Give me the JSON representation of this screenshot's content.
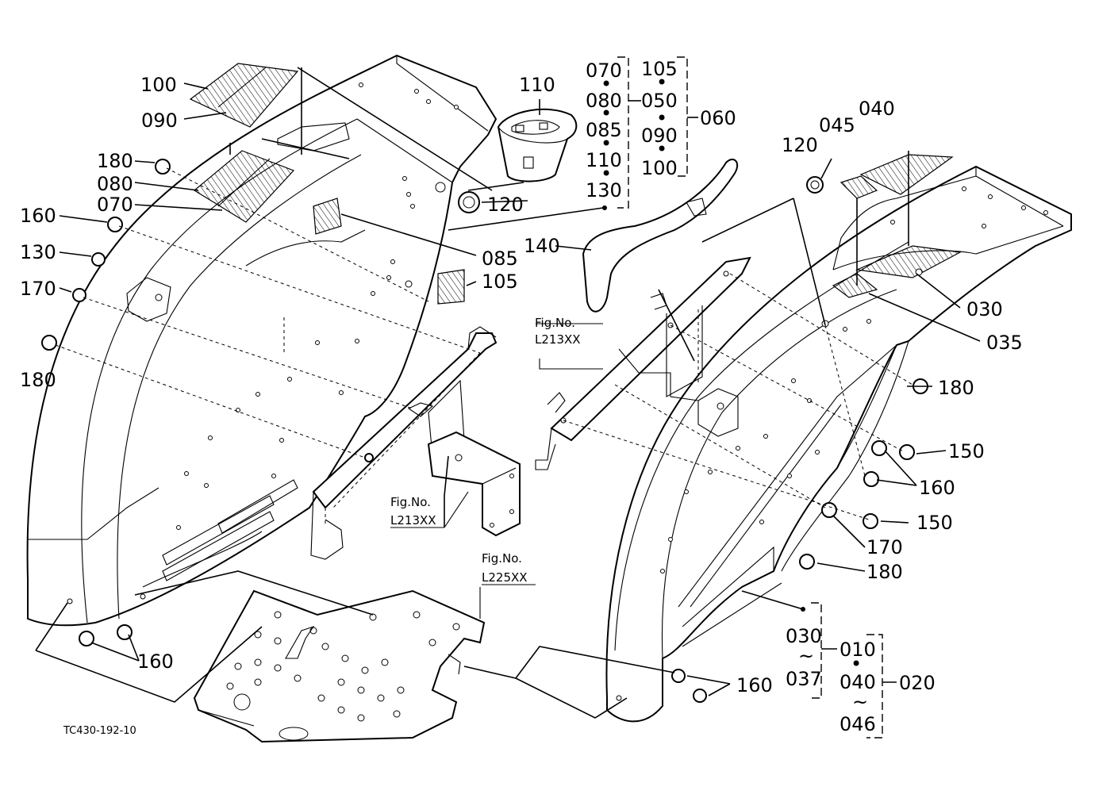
{
  "diagram_code": "TC430-192-10",
  "figure_refs": [
    {
      "prefix": "Fig.No.",
      "number": "L213XX"
    },
    {
      "prefix": "Fig.No.",
      "number": "L213XX"
    },
    {
      "prefix": "Fig.No.",
      "number": "L225XX"
    }
  ],
  "callouts": [
    "100",
    "090",
    "180",
    "080",
    "070",
    "160",
    "130",
    "170",
    "180",
    "110",
    "120",
    "085",
    "105",
    "140",
    "120",
    "045",
    "040",
    "030",
    "035",
    "180",
    "150",
    "160",
    "150",
    "170",
    "180",
    "160",
    "160"
  ],
  "assembly_groups": {
    "group_060": {
      "items": [
        "070",
        "080",
        "085",
        "110",
        "130"
      ],
      "sub": [
        "105",
        "050",
        "090",
        "100"
      ],
      "parent": "060"
    },
    "group_020": {
      "range_a": [
        "030",
        "037"
      ],
      "assembly_a": "010",
      "range_b": [
        "040",
        "046"
      ],
      "parent": "020"
    }
  },
  "glyphs": {
    "dot": "•",
    "tilde": "~"
  }
}
